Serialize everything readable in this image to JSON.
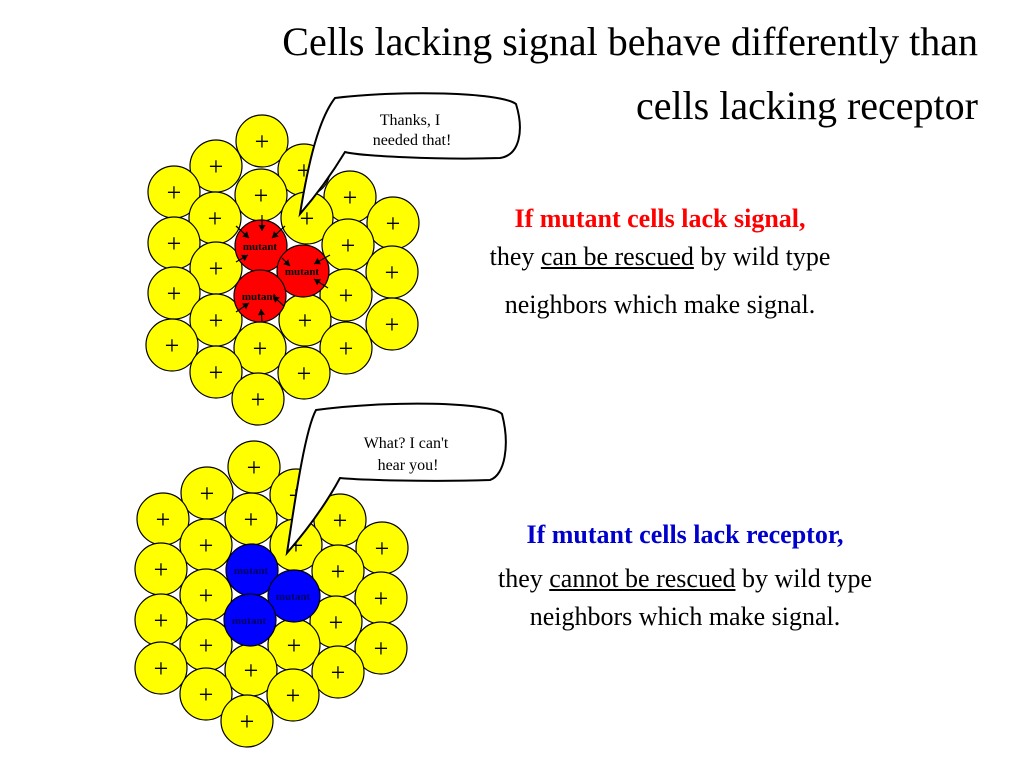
{
  "title": {
    "line1": "Cells lacking signal behave differently than",
    "line2": "cells lacking receptor"
  },
  "colors": {
    "wild_type": "#ffff00",
    "signal_mutant": "#ff0000",
    "receptor_mutant": "#0000ff",
    "signal_heading": "#ff0000",
    "receptor_heading": "#0000cc"
  },
  "cell_symbol": "+",
  "mutant_label": "mutant",
  "top_panel": {
    "speech": {
      "line1": "Thanks, I",
      "line2": "needed that!"
    },
    "heading": "If mutant cells lack signal,",
    "line2_pre": "they ",
    "line2_underlined": "can be rescued",
    "line2_post": " by wild type",
    "line3": "neighbors which make signal."
  },
  "bottom_panel": {
    "speech": {
      "line1": "What?  I can't",
      "line2": "hear you!"
    },
    "heading": "If mutant cells lack receptor,",
    "line2_pre": "they ",
    "line2_underlined": "cannot be rescued",
    "line2_post": " by wild type",
    "line3": "neighbors which make signal."
  }
}
